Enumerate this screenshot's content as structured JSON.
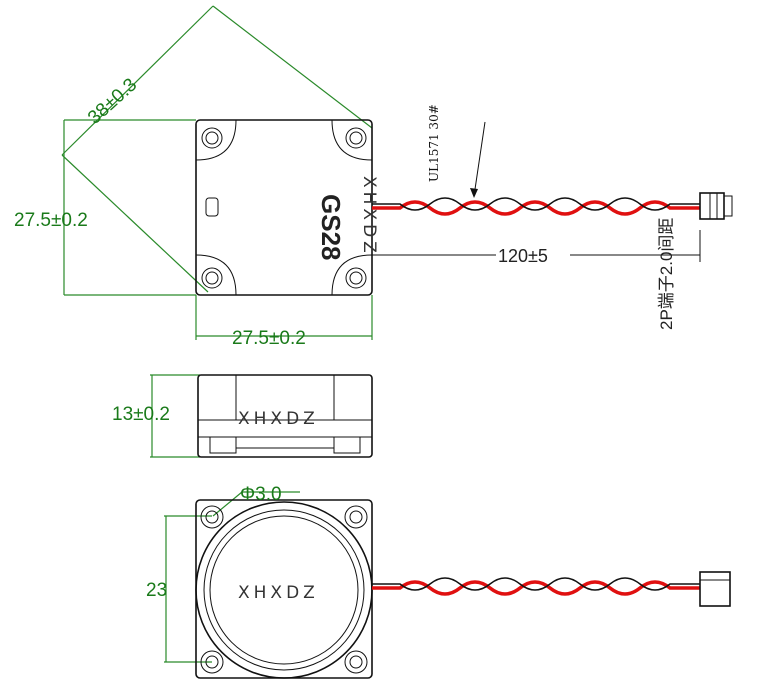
{
  "top_view": {
    "diagonal_dim": "38±0.3",
    "height_dim": "27.5±0.2",
    "width_dim": "27.5±0.2",
    "model": "GS28",
    "brand": "XHXDZ",
    "wire_spec": "UL1571 30#",
    "cable_length_dim": "120±5",
    "connector_note": "2P端子2.0间距"
  },
  "side_view": {
    "thickness_dim": "13±0.2",
    "brand": "XHXDZ"
  },
  "bottom_view": {
    "hole_dim": "Φ3.0",
    "hole_pitch_dim": "23",
    "brand": "XHXDZ"
  },
  "colors": {
    "dimension": "#1a7a1a",
    "wire_red": "#e01010",
    "outline": "#111111"
  }
}
